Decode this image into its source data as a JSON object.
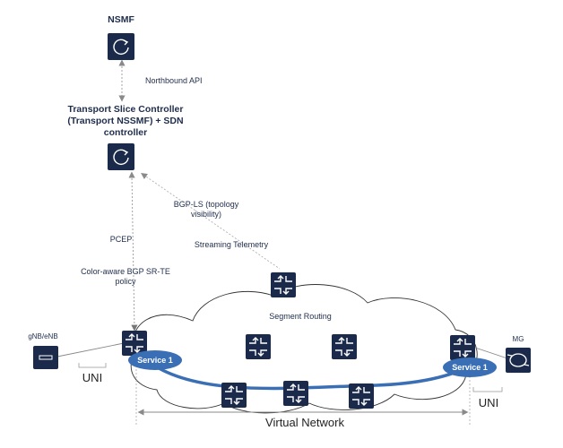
{
  "nodes": {
    "nsmf": "NSMF",
    "controller_line1": "Transport Slice Controller",
    "controller_line2": "(Transport NSSMF) + SDN",
    "controller_line3": "controller",
    "gnb": "gNB/eNB",
    "mg": "MG"
  },
  "links": {
    "northbound": "Northbound API",
    "bgp_ls_line1": "BGP-LS (topology",
    "bgp_ls_line2": "visibility)",
    "streaming": "Streaming Telemetry",
    "pcep": "PCEP",
    "color_line1": "Color-aware BGP SR-TE",
    "color_line2": "policy"
  },
  "network": {
    "segment_routing": "Segment Routing",
    "service_left": "Service 1",
    "service_right": "Service 1",
    "uni_left": "UNI",
    "uni_right": "UNI",
    "virtual_network": "Virtual Network"
  },
  "colors": {
    "device": "#1b2a4a",
    "service": "#3a6fb5",
    "arrow": "#9a9a9a"
  }
}
